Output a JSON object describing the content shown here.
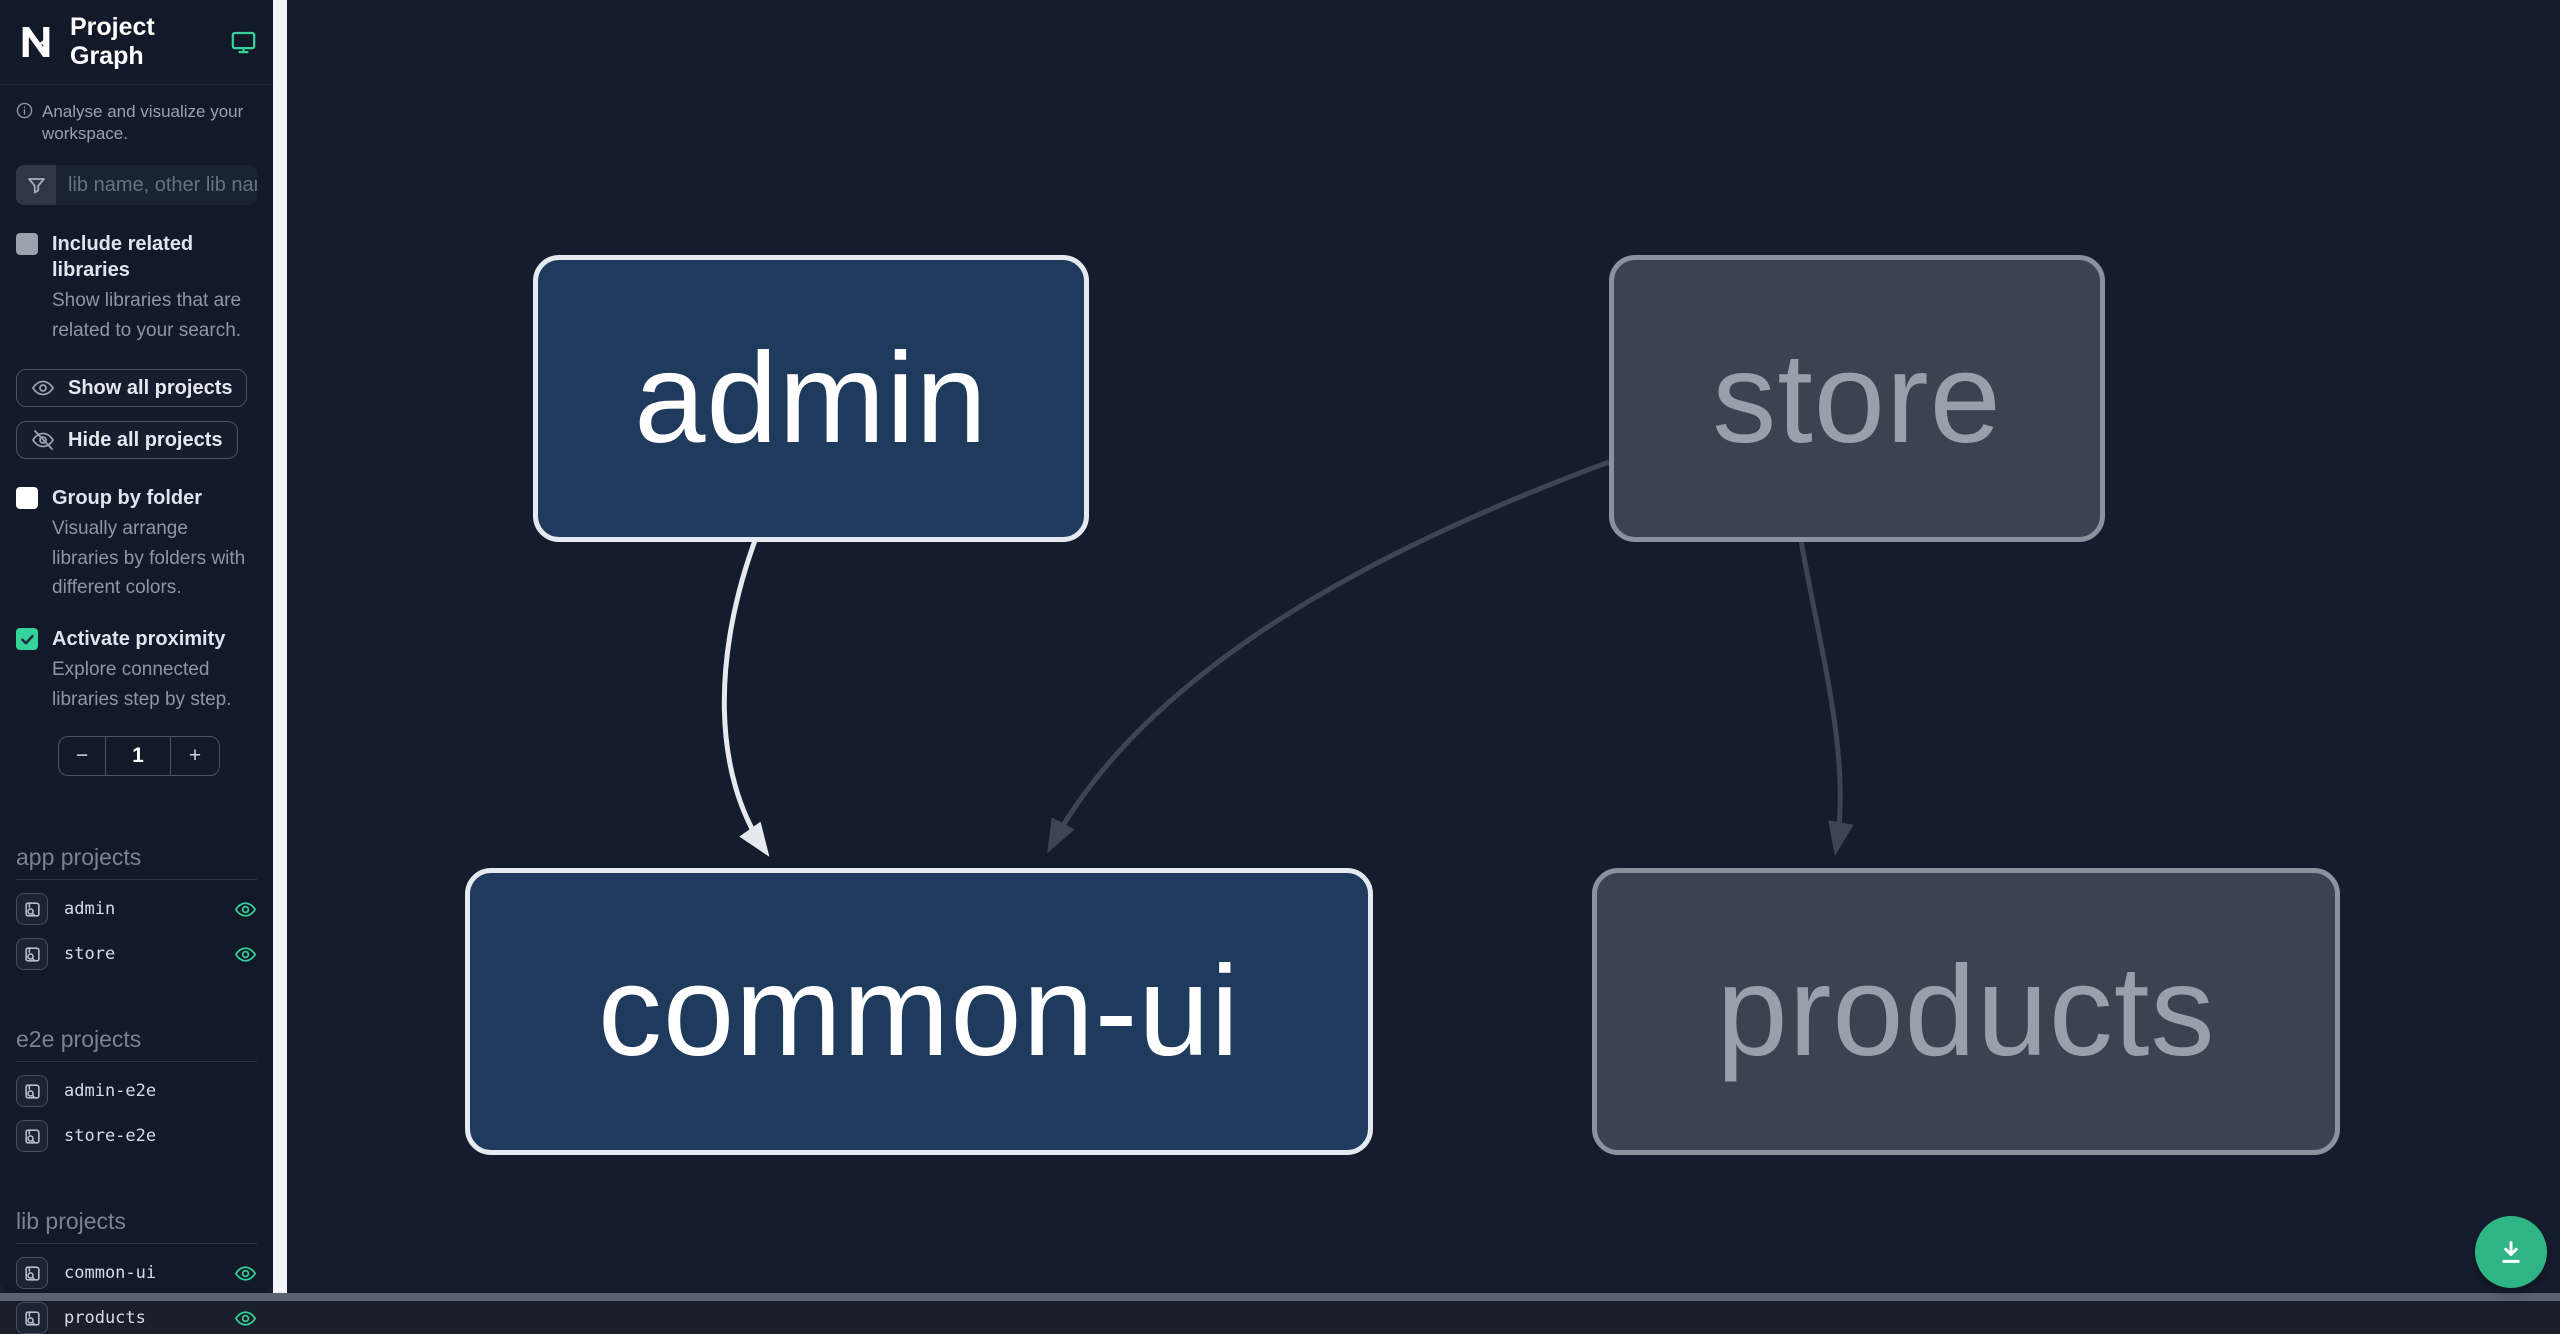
{
  "app": {
    "title": "Project Graph"
  },
  "sidebar": {
    "tagline": "Analyse and visualize your workspace.",
    "search": {
      "placeholder": "lib name, other lib name",
      "value": ""
    },
    "options": [
      {
        "id": "include-related-libraries",
        "label": "Include related libraries",
        "description": "Show libraries that are related to your search.",
        "checked": false,
        "checkbox_color": "#9aa2ae"
      },
      {
        "id": "group-by-folder",
        "label": "Group by folder",
        "description": "Visually arrange libraries by folders with different colors.",
        "checked": false,
        "checkbox_color": "#ffffff"
      },
      {
        "id": "activate-proximity",
        "label": "Activate proximity",
        "description": "Explore connected libraries step by step.",
        "checked": true,
        "checkbox_color": "#34d399"
      }
    ],
    "buttons": [
      {
        "label": "Show all projects"
      },
      {
        "label": "Hide all projects"
      }
    ],
    "proximity_stepper": {
      "decrement": "−",
      "value": "1",
      "increment": "+"
    },
    "sections": [
      {
        "heading": "app projects",
        "items": [
          {
            "name": "admin",
            "visible": true
          },
          {
            "name": "store",
            "visible": true
          }
        ]
      },
      {
        "heading": "e2e projects",
        "items": [
          {
            "name": "admin-e2e",
            "visible": false
          },
          {
            "name": "store-e2e",
            "visible": false
          }
        ]
      },
      {
        "heading": "lib projects",
        "items": [
          {
            "name": "common-ui",
            "visible": true
          },
          {
            "name": "products",
            "visible": true
          }
        ]
      }
    ]
  },
  "graph": {
    "nodes": [
      {
        "id": "admin",
        "label": "admin",
        "state": "focused"
      },
      {
        "id": "store",
        "label": "store",
        "state": "normal"
      },
      {
        "id": "common-ui",
        "label": "common-ui",
        "state": "focused"
      },
      {
        "id": "products",
        "label": "products",
        "state": "normal"
      }
    ],
    "edges": [
      {
        "from": "admin",
        "to": "common-ui",
        "state": "focused"
      },
      {
        "from": "store",
        "to": "common-ui",
        "state": "normal"
      },
      {
        "from": "store",
        "to": "products",
        "state": "normal"
      }
    ],
    "colors": {
      "focused_fill": "#1e3a5c",
      "focused_border": "#e5e9f0",
      "normal_fill": "#3b4250",
      "normal_border": "#8b929e",
      "normal_text": "#97a0ab",
      "edge_focused": "#e6e9ee",
      "edge_normal": "#3d4453",
      "accent": "#34d399"
    }
  },
  "fab": {
    "icon": "download",
    "color": "#2fb585"
  }
}
